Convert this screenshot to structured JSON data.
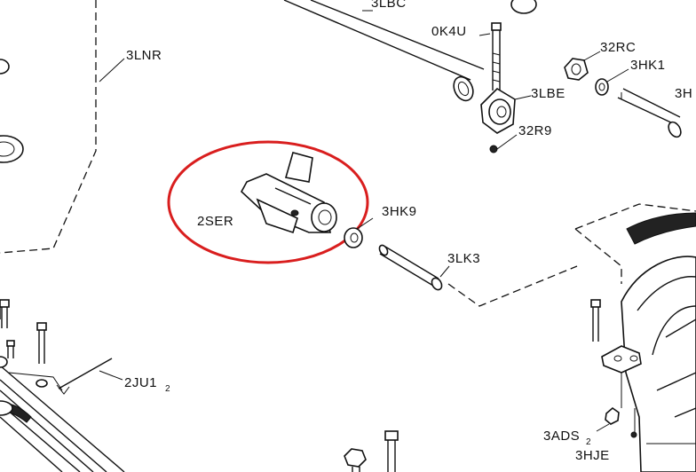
{
  "labels": {
    "lbec": "3LBC",
    "ok4u": "0K4U",
    "r32rc": "32RC",
    "hk1": "3HK1",
    "lnr": "3LNR",
    "lbe": "3LBE",
    "h3": "3H",
    "r32r9": "32R9",
    "hk9": "3HK9",
    "ser": "2SER",
    "lk3": "3LK3",
    "ju1": "2JU1",
    "ju1_sub": "2",
    "ads": "3ADS",
    "ads_sub": "2",
    "hje": "3HJE"
  },
  "colors": {
    "highlight_circle": "#d91e1e",
    "ink": "#111111",
    "background": "#ffffff"
  }
}
